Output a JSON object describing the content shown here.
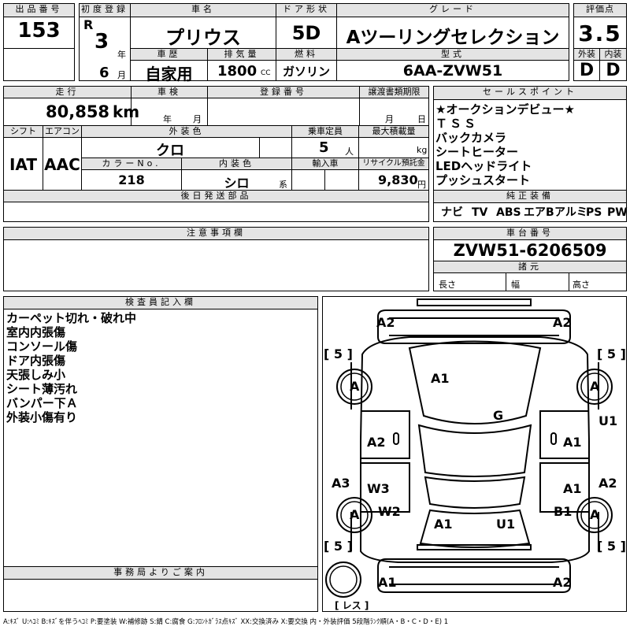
{
  "header": {
    "lot_label": "出品番号",
    "lot_value": "153",
    "first_reg_label": "初度登録",
    "era": "R",
    "reg_year": "3",
    "year_unit": "年",
    "reg_month": "6",
    "month_unit": "月",
    "car_name_label": "車名",
    "car_name": "プリウス",
    "door_label": "ドア形状",
    "door": "5D",
    "grade_label": "グレード",
    "grade": "Aツーリングセレクション",
    "score_label": "評価点",
    "score": "3.5",
    "history_label": "車歴",
    "history": "自家用",
    "displacement_label": "排気量",
    "displacement": "1800",
    "displacement_unit": "CC",
    "fuel_label": "燃料",
    "fuel": "ガソリン",
    "model_label": "型式",
    "model": "6AA-ZVW51",
    "exterior_label": "外装",
    "exterior_grade": "D",
    "interior_label": "内装",
    "interior_grade": "D"
  },
  "row2": {
    "mileage_label": "走行",
    "mileage": "80,858",
    "mileage_unit": "km",
    "inspection_label": "車検",
    "year_unit": "年",
    "month_unit": "月",
    "plate_label": "登録番号",
    "transfer_label": "譲渡書類期限",
    "month_unit2": "月",
    "day_unit": "日",
    "shift_label": "シフト",
    "shift": "IAT",
    "ac_label": "エアコン",
    "ac": "AAC",
    "color_label": "外装色",
    "color": "クロ",
    "capacity_label": "乗車定員",
    "capacity": "5",
    "capacity_unit": "人",
    "load_label": "最大積載量",
    "load_unit": "kg",
    "color_no_label": "カラーNo.",
    "color_no": "218",
    "interior_color_label": "内装色",
    "interior_color": "シロ",
    "interior_color_unit": "系",
    "import_label": "輸入車",
    "recycle_label": "リサイクル預託金",
    "recycle": "9,830",
    "recycle_unit": "円",
    "later_parts_label": "後日発送部品"
  },
  "selling_points": {
    "label": "セールスポイント",
    "items": [
      "★オークションデビュー★",
      "ＴＳＳ",
      "バックカメラ",
      "シートヒーター",
      "LEDヘッドライト",
      "プッシュスタート"
    ]
  },
  "equipment": {
    "label": "純正装備",
    "items": [
      "ナビ",
      "TV",
      "ABS",
      "エアB",
      "アルミ",
      "PS",
      "PW"
    ]
  },
  "notes_label": "注意事項欄",
  "chassis": {
    "label": "車台番号",
    "value": "ZVW51-6206509",
    "dims_label": "諸元",
    "length": "長さ",
    "width": "幅",
    "height": "高さ"
  },
  "inspector": {
    "label": "検査員記入欄",
    "items": [
      "カーペット切れ・破れ中",
      "室内内張傷",
      "コンソール傷",
      "ドア内張傷",
      "天張しみ小",
      "シート薄汚れ",
      "バンパー下Ａ",
      "外装小傷有り"
    ]
  },
  "office_label": "事務局よりご案内",
  "diagram": {
    "tire_count": "5",
    "tire_grade": "A",
    "spare": "レス",
    "marks": {
      "front_left": "A2",
      "front_right": "A2",
      "hood": "A1",
      "windshield": "G",
      "left_front_door": "A2",
      "right_front_door": "A1",
      "left_rear_quarter": "A3",
      "right_front_fender": "U1",
      "left_window": "W3",
      "right_rear_door": "A1",
      "right_quarter": "A2",
      "left_rear_window": "W2",
      "right_rear_pillar": "B1",
      "trunk_left": "A1",
      "trunk_right": "U1",
      "rear_left": "A1",
      "rear_right": "A2"
    }
  },
  "legend": "A:ｷｽﾞ U:ﾍｺﾐ B:ｷｽﾞを伴うﾍｺﾐ P:要塗装 W:補修跡 S:錆 C:腐食 G:ﾌﾛﾝﾄｶﾞﾗｽ点ｷｽﾞ XX:交換済み X:要交換 内・外装評価 5段階ﾗﾝｸ順(A・B・C・D・E) 1"
}
